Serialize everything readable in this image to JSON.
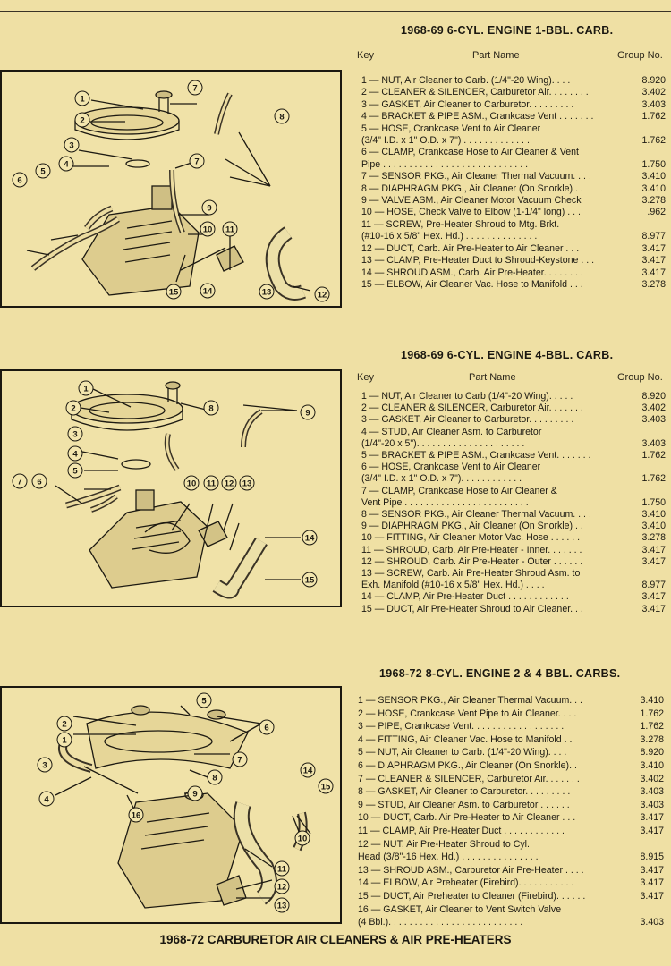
{
  "page_footer": "1968-72 CARBURETOR AIR CLEANERS & AIR PRE-HEATERS",
  "bg_color": "#efe0a4",
  "sections": [
    {
      "title": "1968-69 6-CYL. ENGINE 1-BBL. CARB.",
      "headers": {
        "key": "Key",
        "part": "Part Name",
        "group": "Group No."
      },
      "callouts": [
        "1",
        "2",
        "3",
        "4",
        "5",
        "6",
        "7",
        "7",
        "8",
        "9",
        "10",
        "11",
        "12",
        "13",
        "14",
        "15"
      ],
      "rows": [
        {
          "text": "1 — NUT, Air Cleaner to Carb. (1/4\"-20 Wing). . . .",
          "group": "8.920"
        },
        {
          "text": "2 — CLEANER & SILENCER, Carburetor Air. . . . . . . .",
          "group": "3.402"
        },
        {
          "text": "3 — GASKET, Air Cleaner to Carburetor. . . . . . . . .",
          "group": "3.403"
        },
        {
          "text": "4 — BRACKET & PIPE ASM., Crankcase Vent . . . . . . .",
          "group": "1.762"
        },
        {
          "text": "5 — HOSE, Crankcase Vent to Air Cleaner",
          "group": ""
        },
        {
          "text": "      (3/4\" I.D. x 1\" O.D. x 7\") . . . . . . . . . . . . .",
          "group": "1.762"
        },
        {
          "text": "6 — CLAMP, Crankcase Hose to Air Cleaner & Vent",
          "group": ""
        },
        {
          "text": "      Pipe . . . . . . . . . . . . . . . . . . . . . . . . . . . .",
          "group": "1.750"
        },
        {
          "text": "7 — SENSOR PKG., Air Cleaner Thermal Vacuum. . . .",
          "group": "3.410"
        },
        {
          "text": "8 — DIAPHRAGM PKG., Air Cleaner (On Snorkle) . .",
          "group": "3.410"
        },
        {
          "text": "9 — VALVE ASM., Air Cleaner Motor Vacuum Check",
          "group": "3.278"
        },
        {
          "text": "10 — HOSE, Check Valve to Elbow (1-1/4\" long) . . .",
          "group": ".962"
        },
        {
          "text": "11 — SCREW, Pre-Heater Shroud to Mtg. Brkt.",
          "group": ""
        },
        {
          "text": "      (#10-16 x 5/8\" Hex. Hd.) . . . . . . . . . . . . . .",
          "group": "8.977"
        },
        {
          "text": "12 — DUCT, Carb. Air Pre-Heater to Air Cleaner . . .",
          "group": "3.417"
        },
        {
          "text": "13 — CLAMP, Pre-Heater Duct to Shroud-Keystone . . .",
          "group": "3.417"
        },
        {
          "text": "14 — SHROUD ASM., Carb. Air Pre-Heater. . . . . . . .",
          "group": "3.417"
        },
        {
          "text": "15 — ELBOW, Air Cleaner Vac. Hose to Manifold . . .",
          "group": "3.278"
        }
      ]
    },
    {
      "title": "1968-69 6-CYL. ENGINE 4-BBL. CARB.",
      "headers": {
        "key": "Key",
        "part": "Part Name",
        "group": "Group No."
      },
      "callouts": [
        "1",
        "2",
        "3",
        "4",
        "5",
        "6",
        "7",
        "8",
        "9",
        "10",
        "11",
        "12",
        "13",
        "14",
        "15"
      ],
      "rows": [
        {
          "text": "1 — NUT, Air Cleaner to Carb (1/4\"-20 Wing). . . . .",
          "group": "8.920"
        },
        {
          "text": "2 — CLEANER & SILENCER, Carburetor Air. . . . . . .",
          "group": "3.402"
        },
        {
          "text": "3 — GASKET, Air Cleaner to Carburetor. . . . . . . . .",
          "group": "3.403"
        },
        {
          "text": "4 — STUD, Air Cleaner Asm. to Carburetor",
          "group": ""
        },
        {
          "text": "      (1/4\"-20 x 5\"). . . . . . . . . . . . . . . . . . . . .",
          "group": "3.403"
        },
        {
          "text": "5 — BRACKET & PIPE ASM., Crankcase Vent. . . . . . .",
          "group": "1.762"
        },
        {
          "text": "6 — HOSE, Crankcase Vent to Air Cleaner",
          "group": ""
        },
        {
          "text": "      (3/4\" I.D. x 1\" O.D. x 7\"). . . . . . . . . . . .",
          "group": "1.762"
        },
        {
          "text": "7 — CLAMP, Crankcase Hose to Air Cleaner &",
          "group": ""
        },
        {
          "text": "      Vent Pipe . . . . . . . . . . . . . . . . . . . . . . . .",
          "group": "1.750"
        },
        {
          "text": "8 — SENSOR PKG., Air Cleaner Thermal Vacuum. . . .",
          "group": "3.410"
        },
        {
          "text": "9 — DIAPHRAGM PKG., Air Cleaner (On Snorkle) . .",
          "group": "3.410"
        },
        {
          "text": "10 — FITTING, Air Cleaner Motor Vac. Hose . . . . . .",
          "group": "3.278"
        },
        {
          "text": "11 — SHROUD, Carb. Air Pre-Heater - Inner. . . . . . .",
          "group": "3.417"
        },
        {
          "text": "12 — SHROUD, Carb. Air Pre-Heater - Outer . . . . . .",
          "group": "3.417"
        },
        {
          "text": "13 — SCREW, Carb. Air Pre-Heater Shroud Asm. to",
          "group": ""
        },
        {
          "text": "      Exh. Manifold (#10-16 x 5/8\" Hex. Hd.) . . . .",
          "group": "8.977"
        },
        {
          "text": "14 — CLAMP, Air Pre-Heater Duct . . . . . . . . . . . .",
          "group": "3.417"
        },
        {
          "text": "15 — DUCT, Air Pre-Heater Shroud to Air Cleaner. . .",
          "group": "3.417"
        }
      ]
    },
    {
      "title": "1968-72 8-CYL. ENGINE 2 & 4 BBL. CARBS.",
      "callouts": [
        "1",
        "2",
        "3",
        "4",
        "5",
        "6",
        "7",
        "8",
        "9",
        "10",
        "11",
        "12",
        "13",
        "14",
        "15",
        "16"
      ],
      "rows": [
        {
          "text": "1 — SENSOR PKG., Air Cleaner Thermal Vacuum. . .",
          "group": "3.410"
        },
        {
          "text": "2 — HOSE, Crankcase Vent Pipe to Air Cleaner. . . .",
          "group": "1.762"
        },
        {
          "text": "3 — PIPE, Crankcase Vent. . . . . . . . . . . . . . . . . .",
          "group": "1.762"
        },
        {
          "text": "4 — FITTING, Air Cleaner Vac. Hose to Manifold . .",
          "group": "3.278"
        },
        {
          "text": "5 — NUT, Air Cleaner to Carb. (1/4\"-20 Wing). . . .",
          "group": "8.920"
        },
        {
          "text": "6 — DIAPHRAGM PKG., Air Cleaner (On Snorkle). .",
          "group": "3.410"
        },
        {
          "text": "7 — CLEANER & SILENCER, Carburetor Air. . . . . . .",
          "group": "3.402"
        },
        {
          "text": "8 — GASKET, Air Cleaner to Carburetor. . . . . . . . .",
          "group": "3.403"
        },
        {
          "text": "9 — STUD, Air Cleaner Asm. to Carburetor . . . . . .",
          "group": "3.403"
        },
        {
          "text": "10 — DUCT, Carb. Air Pre-Heater to Air Cleaner . . .",
          "group": "3.417"
        },
        {
          "text": "11 — CLAMP, Air Pre-Heater Duct . . . . . . . . . . . .",
          "group": "3.417"
        },
        {
          "text": "12 — NUT, Air Pre-Heater Shroud to Cyl.",
          "group": ""
        },
        {
          "text": "      Head (3/8\"-16 Hex. Hd.) . . . . . . . . . . . . . . .",
          "group": "8.915"
        },
        {
          "text": "13 — SHROUD ASM., Carburetor Air Pre-Heater . . . .",
          "group": "3.417"
        },
        {
          "text": "14 — ELBOW, Air Preheater (Firebird). . . . . . . . . . .",
          "group": "3.417"
        },
        {
          "text": "15 — DUCT, Air Preheater to Cleaner (Firebird). . . . . .",
          "group": "3.417"
        },
        {
          "text": "16 — GASKET, Air Cleaner to Vent Switch Valve",
          "group": ""
        },
        {
          "text": "      (4 Bbl.). . . . . . . . . . . . . . . . . . . . . . . . . .",
          "group": "3.403"
        }
      ]
    }
  ]
}
